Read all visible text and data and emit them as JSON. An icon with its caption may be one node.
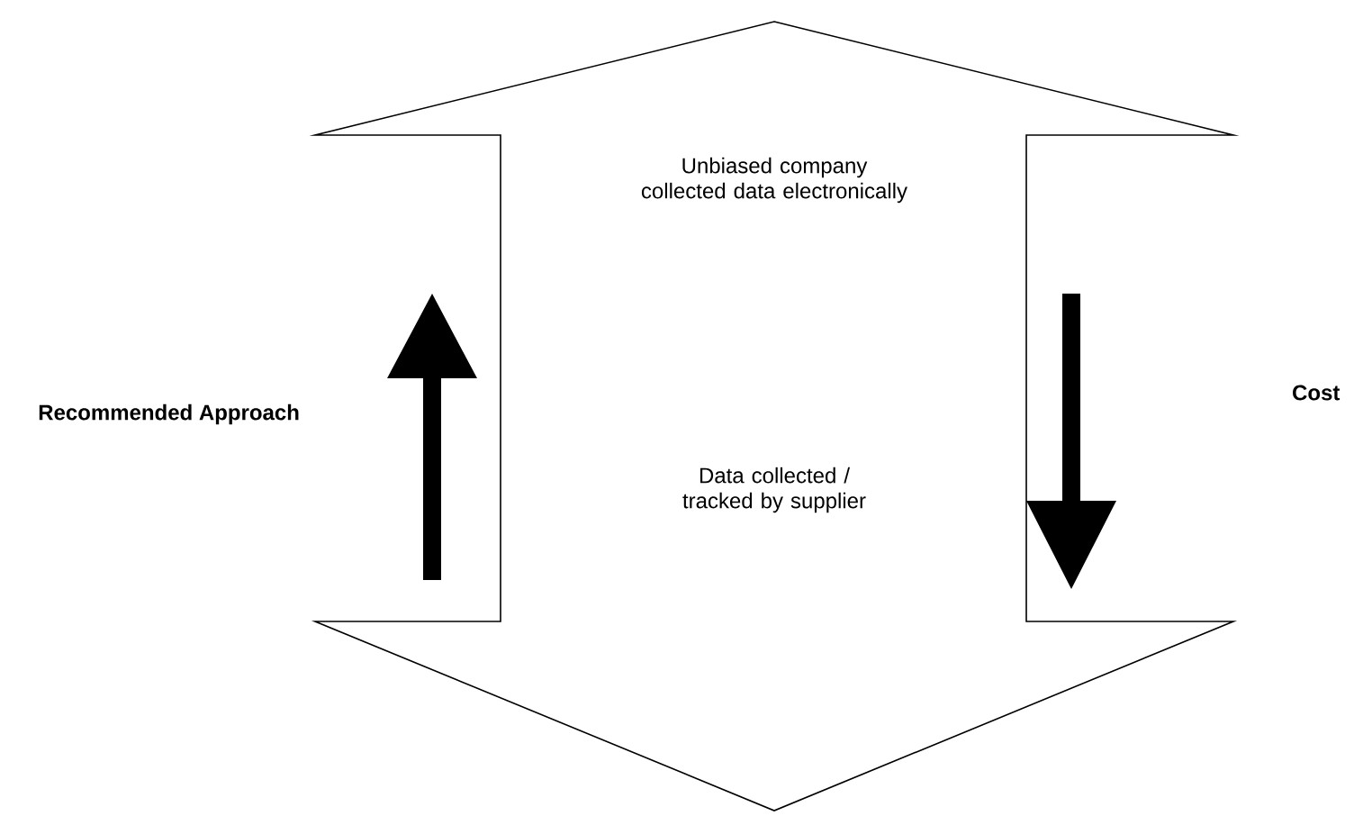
{
  "diagram": {
    "nodes": [
      {
        "text": [
          "Unbiased company collected data electronically",
          "Data collected / tracked by supplier"
        ]
      }
    ],
    "labels": [
      "Recommended Approach",
      "Cost"
    ]
  }
}
